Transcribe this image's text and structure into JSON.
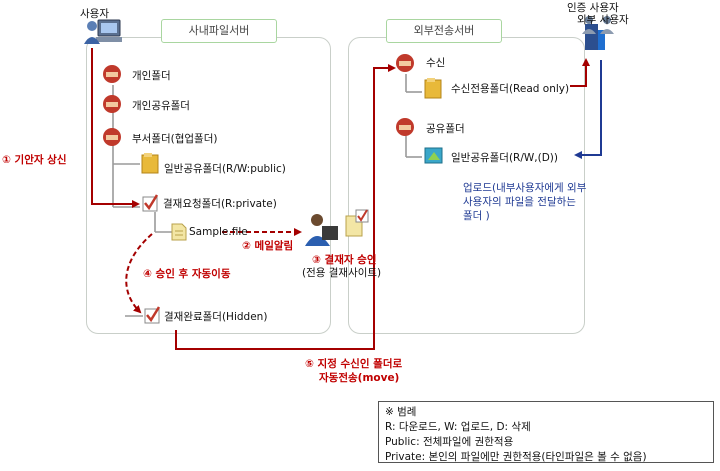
{
  "actors": {
    "user": "사용자",
    "auth_user_line1": "인증 사용자",
    "auth_user_line2": "외부 사용자"
  },
  "panels": {
    "internal": "사내파일서버",
    "external": "외부전송서버"
  },
  "internal_items": {
    "personal": "개인폴더",
    "personal_shared": "개인공유폴더",
    "department": "부서폴더(협업폴더)",
    "public_share": "일반공유폴더(R/W:public)",
    "approval_request": "결재요청폴더(R:private)",
    "sample_file": "Sample.file",
    "approval_done": "결재완료폴더(Hidden)"
  },
  "external_items": {
    "receive": "수신",
    "receive_only": "수신전용폴더(Read only)",
    "shared": "공유폴더",
    "public_share": "일반공유폴더(R/W,(D))",
    "upload_note_1": "업로드(내부사용자에게 외부",
    "upload_note_2": "사용자의 파일을 전달하는",
    "upload_note_3": "폴더 )"
  },
  "steps": {
    "s1": "① 기안자 상신",
    "s2": "② 메일알림",
    "s3": "③  결재자 승인",
    "s3_sub": "(전용 결재사이트)",
    "s4": "④ 승인 후 자동이동",
    "s5_line1": "⑤ 지정 수신인 폴더로",
    "s5_line2": "자동전송(move)"
  },
  "legend": {
    "title": "※ 범례",
    "line1": "R: 다운로드, W: 업로드, D: 삭제",
    "line2": "Public: 전체파일에 권한적용",
    "line3": "Private: 본인의 파일에만 권한적용(타인파일은 볼 수 없음)"
  },
  "colors": {
    "flow_red": "#a40000",
    "upload_navy": "#1f3a93",
    "panel_border": "#c9cfc9",
    "tab_border": "#a9d6a0"
  }
}
